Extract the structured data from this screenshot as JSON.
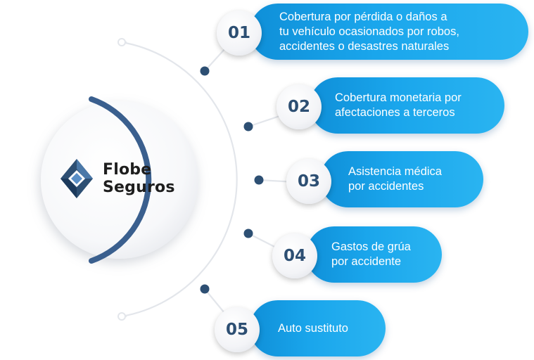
{
  "brand": {
    "name_line1": "Flobe",
    "name_line2": "Seguros",
    "colors": {
      "navy": "#2d4f73",
      "arc": "#3a5f8e",
      "pill": "#1aa6ec",
      "connector": "#e3e6eb"
    },
    "logo_icon": "diamond-logo-icon"
  },
  "items": [
    {
      "number": "01",
      "lines": [
        "Cobertura por pérdida o daños a",
        "tu vehículo ocasionados por robos,",
        "accidentes o desastres naturales"
      ]
    },
    {
      "number": "02",
      "lines": [
        "Cobertura monetaria por",
        "afectaciones a terceros"
      ]
    },
    {
      "number": "03",
      "lines": [
        "Asistencia médica",
        "por accidentes"
      ]
    },
    {
      "number": "04",
      "lines": [
        "Gastos de grúa",
        "por accidente"
      ]
    },
    {
      "number": "05",
      "lines": [
        "Auto sustituto"
      ]
    }
  ]
}
